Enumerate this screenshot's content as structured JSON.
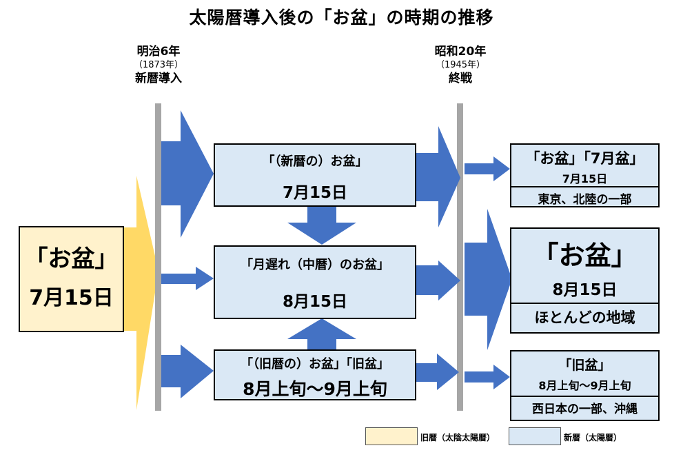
{
  "title": "太陽暦導入後の「お盆」の時期の推移",
  "colors": {
    "old_calendar": "#fff2cc",
    "new_calendar": "#dae8f5",
    "arrow_blue": "#4472c4",
    "arrow_yellow": "#ffd966",
    "timeline": "#a6a6a6"
  },
  "timeline": {
    "meiji": {
      "era": "明治6年",
      "year": "（1873年）",
      "event": "新暦導入"
    },
    "showa": {
      "era": "昭和20年",
      "year": "（1945年）",
      "event": "終戦"
    }
  },
  "origin": {
    "name": "「お盆」",
    "date": "7月15日"
  },
  "middle": {
    "shinreki": {
      "name": "「（新暦の）お盆」",
      "date": "7月15日"
    },
    "tsukiokure": {
      "name": "「月遅れ（中暦）のお盆」",
      "date": "8月15日"
    },
    "kyureki": {
      "name": "「（旧暦の）お盆」「旧盆」",
      "date": "8月上旬～9月上旬"
    }
  },
  "right": {
    "top": {
      "name": "「お盆」「7月盆」",
      "date": "7月15日",
      "region": "東京、北陸の一部"
    },
    "mid": {
      "name": "「お盆」",
      "date": "8月15日",
      "region": "ほとんどの地域"
    },
    "bot": {
      "name": "「旧盆」",
      "date": "8月上旬～9月上旬",
      "region": "西日本の一部、沖縄"
    }
  },
  "legend": {
    "old": "旧暦（太陰太陽暦）",
    "new": "新暦（太陽暦）"
  }
}
